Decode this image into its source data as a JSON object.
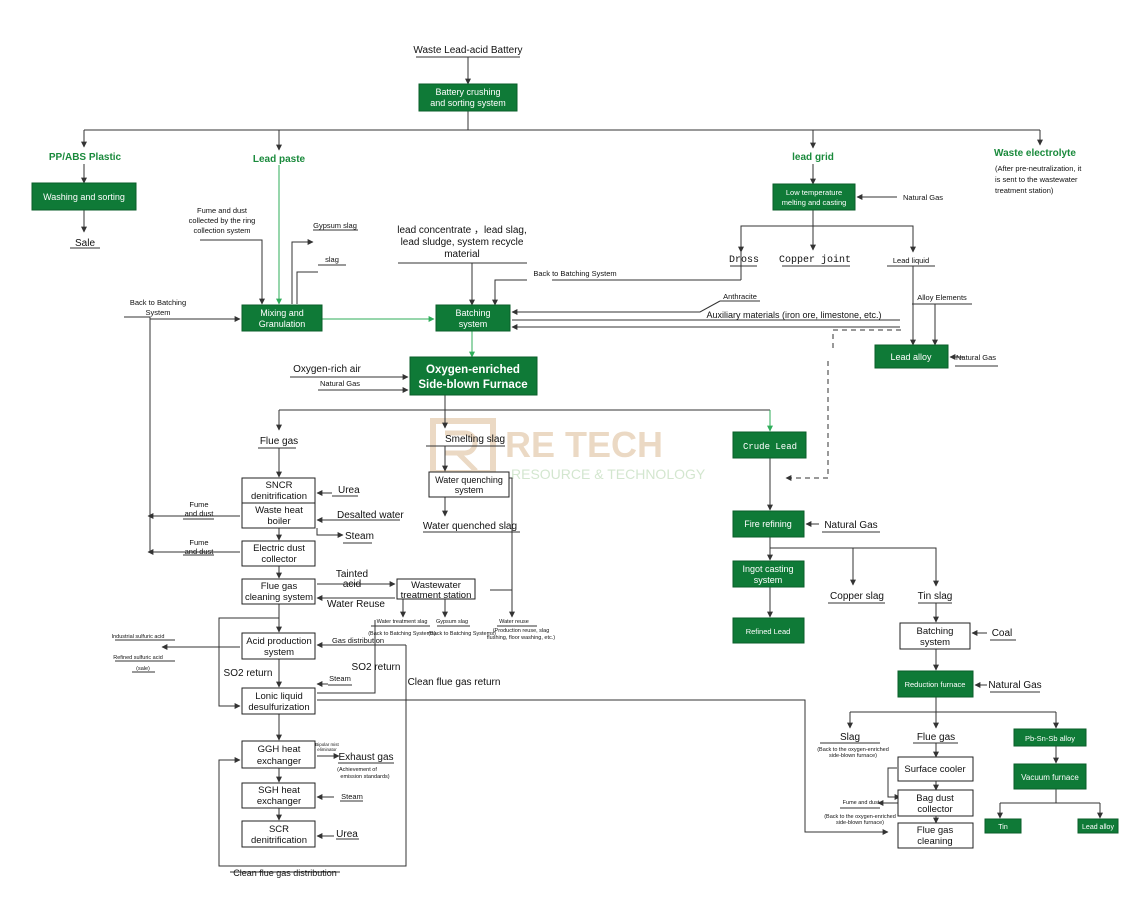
{
  "watermark": {
    "brand": "RE TECH",
    "tagline": "RESOURCE & TECHNOLOGY"
  },
  "colors": {
    "box_green": "#0f7a37",
    "label_green": "#1a8a3c",
    "line": "#333333"
  },
  "nodes": {
    "waste_battery": "Waste Lead-acid Battery",
    "crushing_1": "Battery crushing",
    "crushing_2": "and sorting system",
    "pp_abs": "PP/ABS Plastic",
    "washing": "Washing and sorting",
    "sale": "Sale",
    "lead_paste": "Lead paste",
    "lead_grid": "lead grid",
    "waste_electrolyte": "Waste electrolyte",
    "electrolyte_note_1": "(After pre-neutralization, it",
    "electrolyte_note_2": "is sent to the wastewater",
    "electrolyte_note_3": "treatment station)",
    "low_temp_1": "Low temperature",
    "low_temp_2": "melting and casting",
    "natural_gas_lowtemp": "Natural Gas",
    "dross": "Dross",
    "copper_joint": "Copper joint",
    "lead_liquid": "Lead liquid",
    "alloy_elements": "Alloy Elements",
    "lead_alloy": "Lead alloy",
    "natural_gas_alloy": "Natural Gas",
    "fume_ring_1": "Fume and dust",
    "fume_ring_2": "collected by the ring",
    "fume_ring_3": "collection system",
    "gypsum_slag": "Gypsum slag",
    "slag": "slag",
    "lead_conc_1": "lead concentrate ，lead slag,",
    "lead_conc_2": "lead sludge, system recycle",
    "lead_conc_3": "material",
    "back_batching_top": "Back to Batching System",
    "anthracite": "Anthracite",
    "auxiliary": "Auxiliary materials (iron ore, limestone, etc.)",
    "back_batching_left_1": "Back to Batching",
    "back_batching_left_2": "System",
    "mixing_1": "Mixing and",
    "mixing_2": "Granulation",
    "batching_1": "Batching",
    "batching_2": "system",
    "oxygen_air": "Oxygen-rich air",
    "natural_gas_furnace": "Natural Gas",
    "furnace_1": "Oxygen-enriched",
    "furnace_2": "Side-blown Furnace",
    "flue_gas": "Flue gas",
    "smelting_slag": "Smelting slag",
    "water_quench_1": "Water quenching",
    "water_quench_2": "system",
    "water_quenched_slag": "Water quenched slag",
    "crude_lead": "Crude Lead",
    "sncr_1": "SNCR",
    "sncr_2": "denitrification",
    "urea_1": "Urea",
    "whb_1": "Waste heat",
    "whb_2": "boiler",
    "desalted": "Desalted water",
    "steam_1": "Steam",
    "fume_a_1": "Fume",
    "fume_a_2": "and dust",
    "fume_b_1": "Fume",
    "fume_b_2": "and dust",
    "edc_1": "Electric dust",
    "edc_2": "collector",
    "fgc_1": "Flue gas",
    "fgc_2": "cleaning system",
    "tainted_1": "Tainted",
    "tainted_2": "acid",
    "water_reuse": "Water Reuse",
    "wwt_1": "Wastewater",
    "wwt_2": "treatment station",
    "wt_slag": "Water treatment slag",
    "wt_slag_note": "(Back to Batching Systems)",
    "gypsum_slag_2": "Gypsum slag",
    "gypsum_note": "(Back to Batching Systems)",
    "water_reuse_2": "Water reuse",
    "water_reuse_note_1": "(Production reuse, slag",
    "water_reuse_note_2": "flushing, floor washing, etc.)",
    "industrial_acid": "Industrial sulfuric acid",
    "refined_acid": "Refined sulfuric acid",
    "sale_small": "(sale)",
    "gas_distribution": "Gas distribution",
    "acid_prod_1": "Acid production",
    "acid_prod_2": "system",
    "so2_return_1": "SO2 return",
    "so2_return_2": "SO2 return",
    "clean_flue_return": "Clean flue gas return",
    "steam_2": "Steam",
    "ionic_1": "Lonic liquid",
    "ionic_2": "desulfurization",
    "ggh_1": "GGH heat",
    "ggh_2": "exchanger",
    "ggh_small_1": "Bipolar mist",
    "ggh_small_2": "eliminator",
    "exhaust": "Exhaust gas",
    "exhaust_note_1": "(Achievement of",
    "exhaust_note_2": "emission standards)",
    "sgh_1": "SGH heat",
    "sgh_2": "exchanger",
    "steam_3": "Steam",
    "scr_1": "SCR",
    "scr_2": "denitrification",
    "urea_2": "Urea",
    "clean_flue_dist": "Clean flue gas distribution",
    "fire_refining": "Fire refining",
    "natural_gas_fire": "Natural Gas",
    "ingot_1": "Ingot casting",
    "ingot_2": "system",
    "refined_lead": "Refined Lead",
    "copper_slag": "Copper slag",
    "tin_slag": "Tin slag",
    "batching2_1": "Batching",
    "batching2_2": "system",
    "coal": "Coal",
    "reduction": "Reduction furnace",
    "natural_gas_reduction": "Natural Gas",
    "slag_r": "Slag",
    "slag_r_note_1": "(Back to the oxygen-enriched",
    "slag_r_note_2": "side-blown furnace)",
    "flue_gas_r": "Flue gas",
    "surface_cooler": "Surface cooler",
    "fume_r": "Fume and dust",
    "fume_r_note_1": "(Back to the oxygen-enriched",
    "fume_r_note_2": "side-blown furnace)",
    "bag_1": "Bag dust",
    "bag_2": "collector",
    "fgc_r_1": "Flue gas",
    "fgc_r_2": "cleaning",
    "pbsnsb": "Pb-Sn-Sb alloy",
    "vacuum": "Vacuum furnace",
    "tin": "Tin",
    "lead_alloy_2": "Lead alloy"
  }
}
